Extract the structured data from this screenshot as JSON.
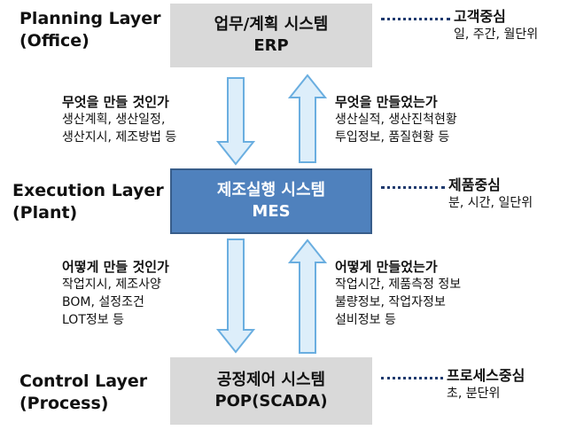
{
  "layers": {
    "planning": {
      "title_line1": "Planning Layer",
      "title_line2": "(Office)"
    },
    "execution": {
      "title_line1": "Execution Layer",
      "title_line2": "(Plant)"
    },
    "control": {
      "title_line1": "Control Layer",
      "title_line2": "(Process)"
    }
  },
  "systems": {
    "erp": {
      "line1": "업무/계획 시스템",
      "line2": "ERP"
    },
    "mes": {
      "line1": "제조실행 시스템",
      "line2": "MES"
    },
    "pop": {
      "line1": "공정제어 시스템",
      "line2": "POP(SCADA)"
    }
  },
  "focus": {
    "erp": {
      "head": "고객중심",
      "sub": "일, 주간, 월단위"
    },
    "mes": {
      "head": "제품중심",
      "sub": "분, 시간, 일단위"
    },
    "pop": {
      "head": "프로세스중심",
      "sub": "초, 분단위"
    }
  },
  "flows": {
    "erp_to_mes": {
      "head": "무엇을 만들 것인가",
      "lines": [
        "생산계획, 생산일정,",
        "생산지시, 제조방법 등"
      ]
    },
    "mes_to_erp": {
      "head": "무엇을 만들었는가",
      "lines": [
        "생산실적, 생산진척현황",
        "투입정보, 품질현황 등"
      ]
    },
    "mes_to_pop": {
      "head": "어떻게 만들 것인가",
      "lines": [
        "작업지시, 제조사양",
        "BOM, 설정조건",
        "LOT정보 등"
      ]
    },
    "pop_to_mes": {
      "head": "어떻게 만들었는가",
      "lines": [
        "작업시간, 제품측정 정보",
        "불량정보, 작업자정보",
        "설비정보 등"
      ]
    }
  },
  "colors": {
    "arrow_fill": "#ddeefa",
    "arrow_stroke": "#6aaee0",
    "mes_box": "#4f81bd",
    "system_box": "#d9d9d9",
    "connector": "#1f3a6e"
  }
}
